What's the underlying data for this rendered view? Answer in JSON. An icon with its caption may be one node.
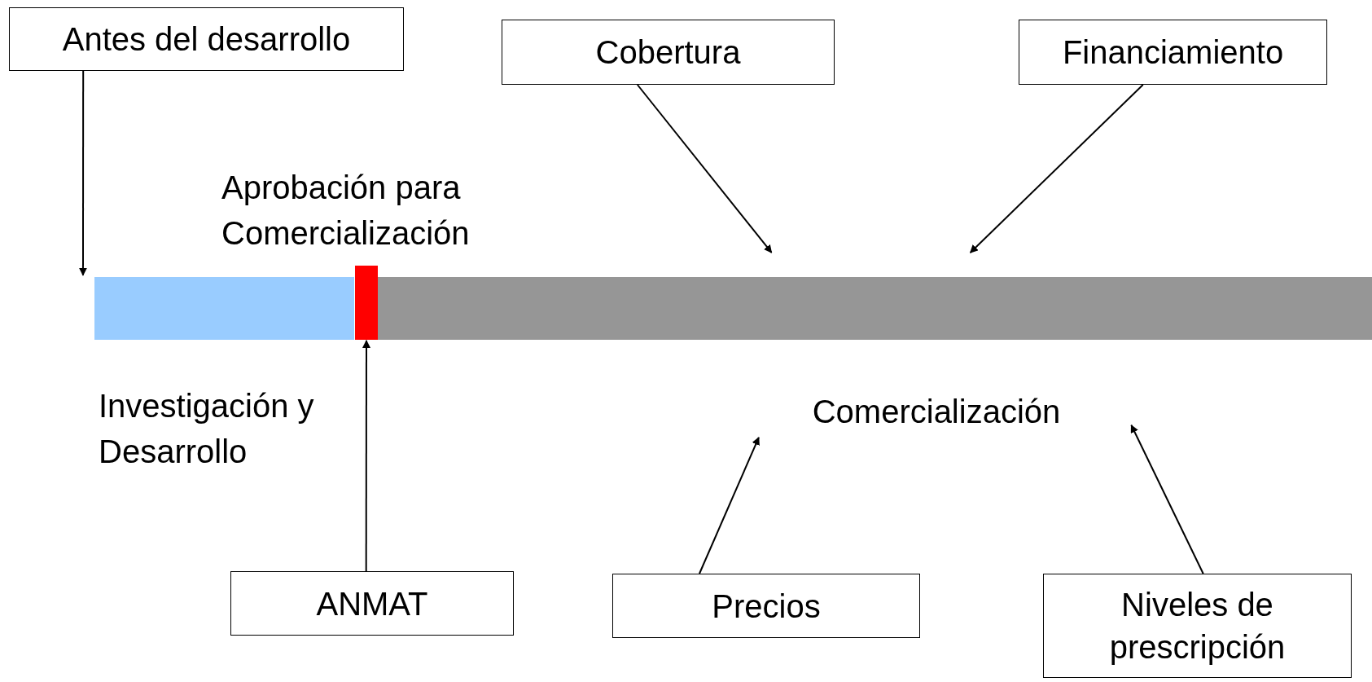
{
  "diagram": {
    "nodes": [
      {
        "text": [
          "Antes del desarrollo"
        ]
      },
      {
        "text": [
          "Cobertura"
        ]
      },
      {
        "text": [
          "Financiamiento"
        ]
      },
      {
        "text": [],
        "shape": "bar",
        "beside": [
          "Investigación y Desarrollo"
        ]
      },
      {
        "text": [],
        "shape": "bar",
        "beside": [
          "Aprobación para Comercialización"
        ]
      },
      {
        "text": [],
        "shape": "bar"
      },
      {
        "text": [
          "Comercialización"
        ]
      },
      {
        "text": [
          "ANMAT"
        ]
      },
      {
        "text": [
          "Precios"
        ]
      },
      {
        "text": [
          "Niveles de prescripción"
        ]
      }
    ],
    "edges": [
      {
        "from": 0,
        "to": 3,
        "arrow": "to"
      },
      {
        "from": 1,
        "to": 5,
        "arrow": "to"
      },
      {
        "from": 2,
        "to": 5,
        "arrow": "to"
      },
      {
        "from": 7,
        "to": 4,
        "arrow": "to"
      },
      {
        "from": 8,
        "to": 6,
        "arrow": "to"
      },
      {
        "from": 9,
        "to": 6,
        "arrow": "to"
      }
    ]
  }
}
